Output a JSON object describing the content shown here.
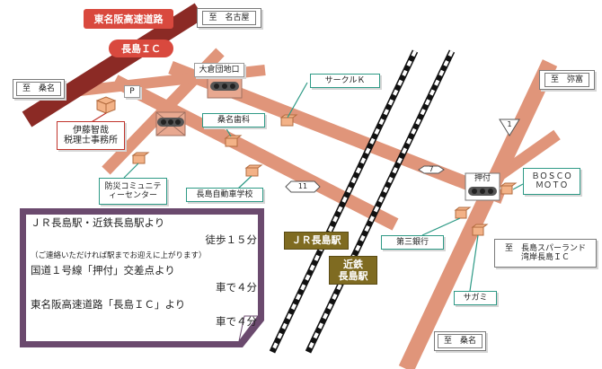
{
  "colors": {
    "road": "#e0957a",
    "expressway": "#8b2a25",
    "accent": "#d9493e",
    "olive": "#7f6b21",
    "panel": "#6b4a6e",
    "teal": "#2e9a86"
  },
  "labels": {
    "meimei": "東名阪高速道路",
    "ic": "長島ＩＣ",
    "to_nagoya": "至　名古屋",
    "to_kuwana_w": "至　桑名",
    "to_yatomi": "至　弥富",
    "to_kuwana_s": "至　桑名",
    "to_spaland_1": "至　長島スパーランド",
    "to_spaland_2": "湾岸長島ＩＣ",
    "parking": "P",
    "office_1": "伊藤智哉",
    "office_2": "税理士事務所",
    "ookura": "大倉団地口",
    "circlek": "サークルＫ",
    "dental": "桑名歯科",
    "bousai_1": "防災コミュニテ",
    "bousai_2": "ィーセンター",
    "school": "長島自動車学校",
    "oshitsuke": "押付",
    "bosco_1": "ＢＯＳＣＯ",
    "bosco_2": "ＭＯＴＯ",
    "bank": "第三銀行",
    "sagami": "サガミ",
    "route1": "1",
    "route7": "7",
    "route11": "11",
    "jr": "ＪＲ長島駅",
    "kintetsu_1": "近鉄",
    "kintetsu_2": "長島駅"
  },
  "info": {
    "l1": "ＪＲ長島駅・近鉄長島駅より",
    "l2": "徒歩１５分",
    "l3": "（ご連絡いただければ駅までお迎えに上がります）",
    "l4": "国道１号線「押付」交差点より",
    "l5": "車で４分",
    "l6": "東名阪高速道路「長島ＩＣ」より",
    "l7": "車で４分"
  }
}
